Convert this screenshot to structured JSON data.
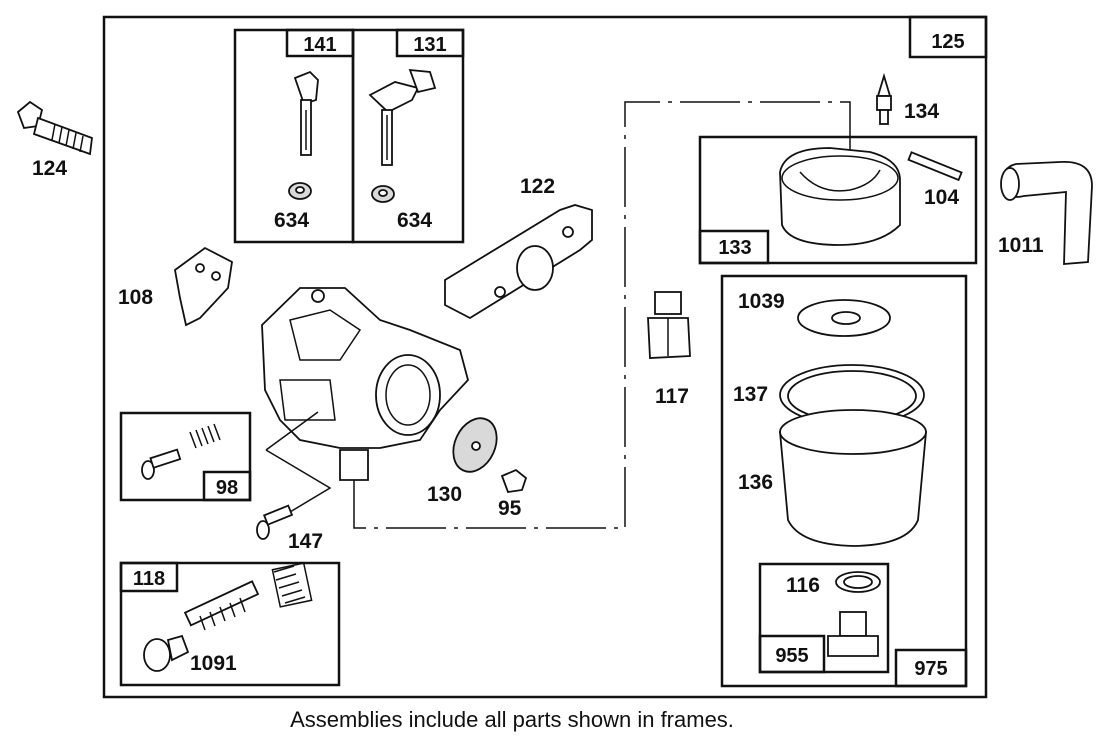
{
  "caption": "Assemblies include all parts shown in frames.",
  "frames": {
    "main": "125",
    "f141": "141",
    "f131": "131",
    "f133": "133",
    "f975": "975",
    "f955": "955",
    "f98": "98",
    "f118": "118"
  },
  "parts": {
    "p124": "124",
    "p634a": "634",
    "p634b": "634",
    "p122": "122",
    "p134": "134",
    "p104": "104",
    "p1011": "1011",
    "p108": "108",
    "p117": "117",
    "p1039": "1039",
    "p137": "137",
    "p136": "136",
    "p130": "130",
    "p95": "95",
    "p147": "147",
    "p116": "116",
    "p1091": "1091"
  }
}
